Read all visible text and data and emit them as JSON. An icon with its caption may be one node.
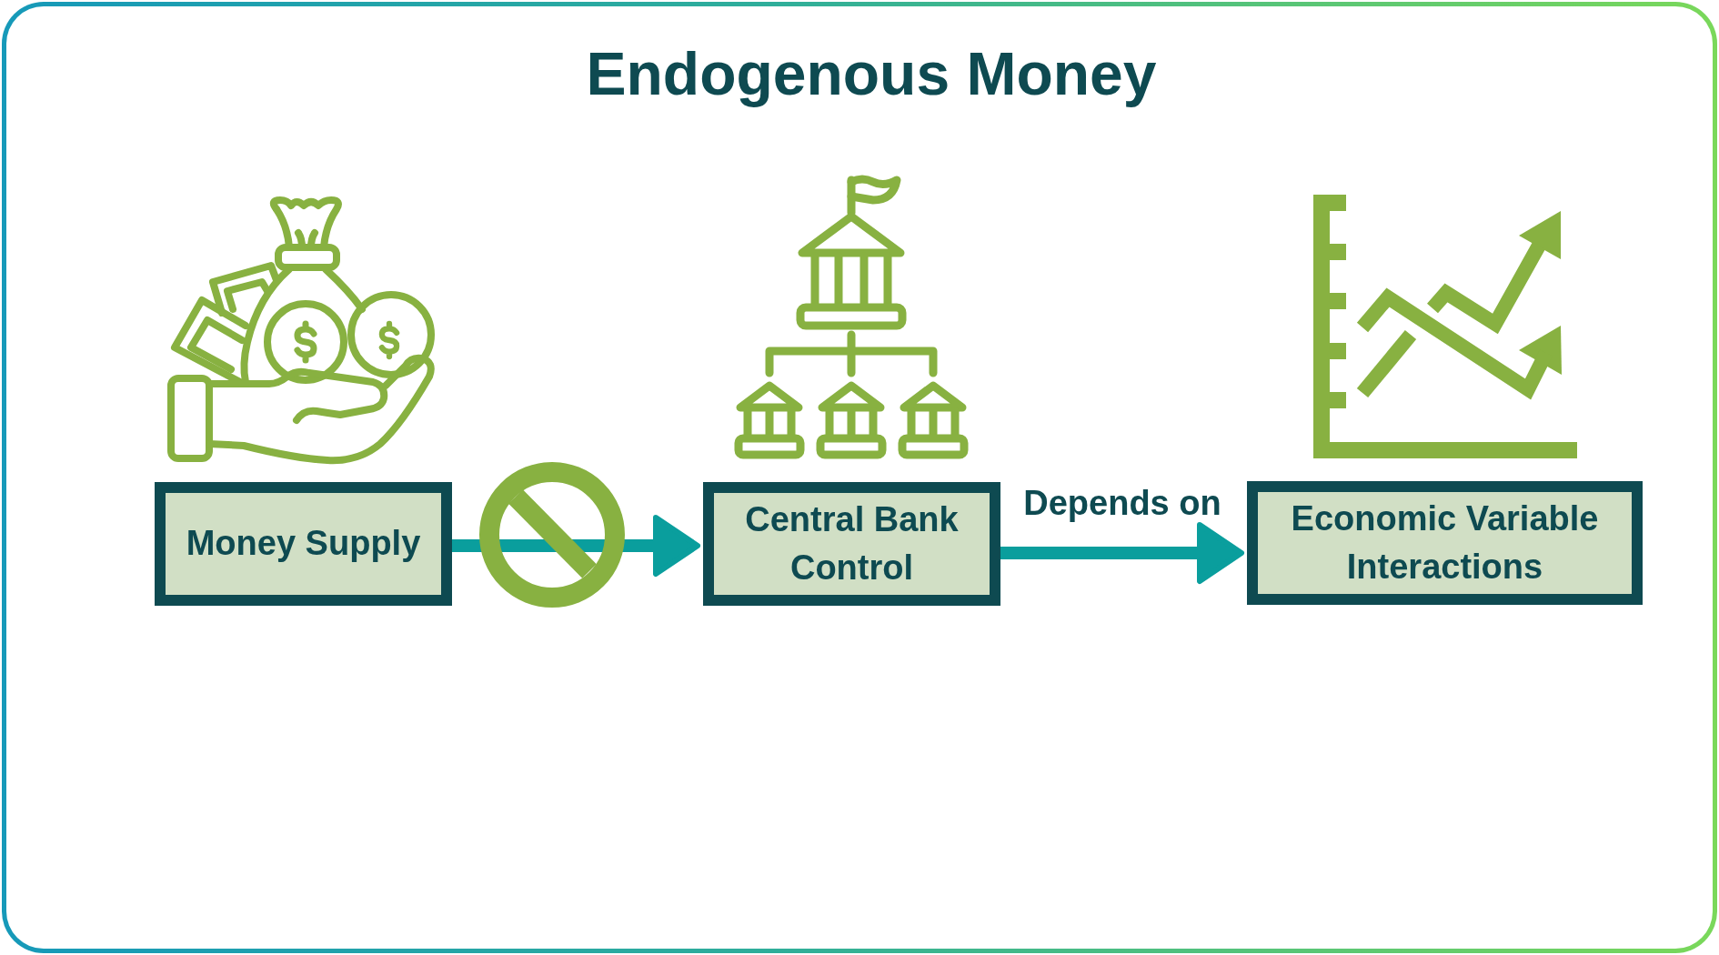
{
  "diagram": {
    "title": "Endogenous Money",
    "nodes": [
      {
        "text": [
          "Money Supply"
        ]
      },
      {
        "text": [
          "Central Bank Control"
        ]
      },
      {
        "text": [
          "Economic Variable Interactions"
        ]
      }
    ],
    "edges": [
      {
        "from": 0,
        "to": 1,
        "arrow": "to"
      },
      {
        "from": 1,
        "to": 2,
        "arrow": "to",
        "label": "Depends on"
      }
    ]
  }
}
